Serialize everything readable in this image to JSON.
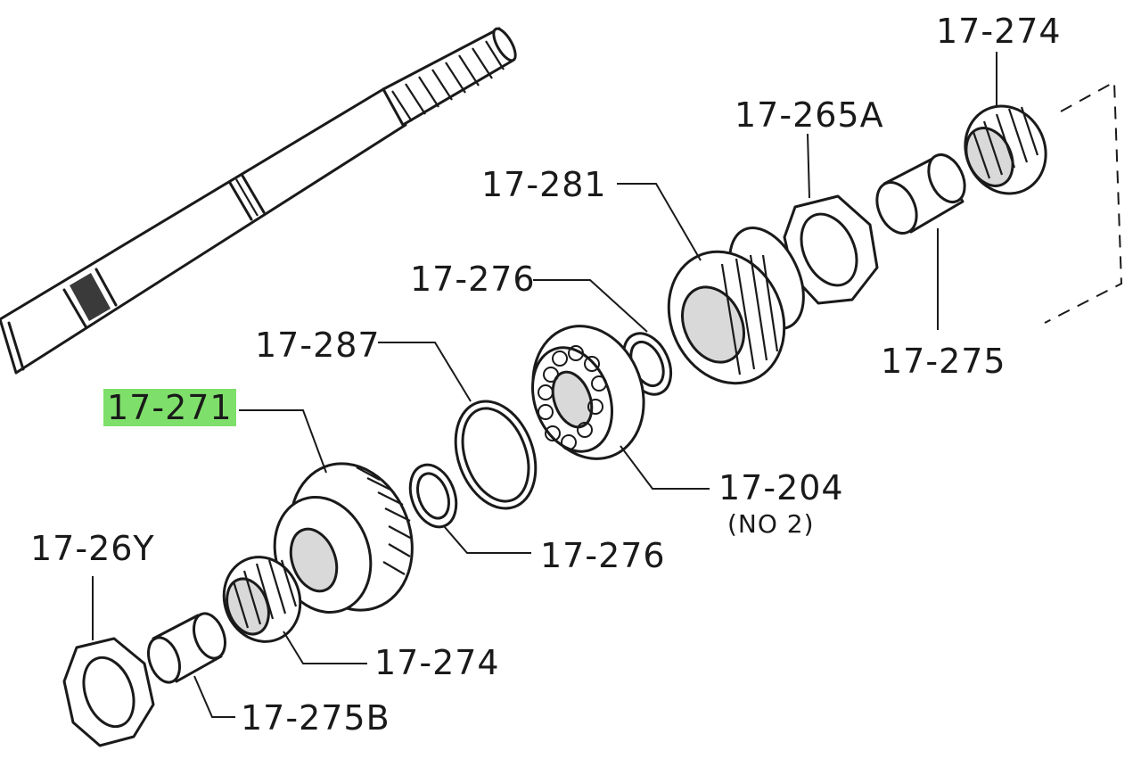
{
  "colors": {
    "highlight": "#7ee06a",
    "ink": "#1a1a1a"
  },
  "labels": {
    "p17_274_top": "17-274",
    "p17_265A": "17-265A",
    "p17_281": "17-281",
    "p17_276_upper": "17-276",
    "p17_275": "17-275",
    "p17_287": "17-287",
    "p17_271": "17-271",
    "p17_204": "17-204",
    "p17_204_sub": "(NO 2)",
    "p17_26Y": "17-26Y",
    "p17_276_lower": "17-276",
    "p17_274_bottom": "17-274",
    "p17_275B": "17-275B"
  }
}
